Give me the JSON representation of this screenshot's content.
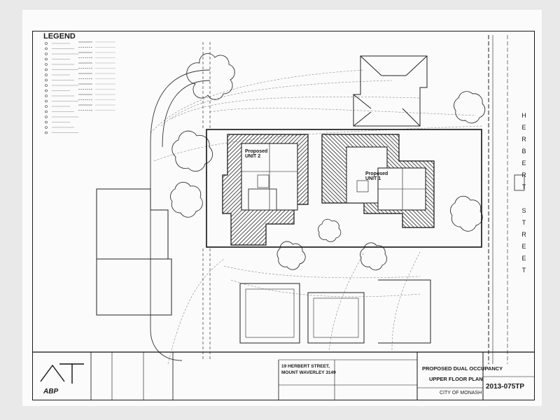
{
  "legend": {
    "title": "LEGEND"
  },
  "street": {
    "letters": [
      "H",
      "E",
      "R",
      "B",
      "E",
      "R",
      "T",
      "",
      "S",
      "T",
      "R",
      "E",
      "E",
      "T"
    ]
  },
  "units": {
    "unit2": {
      "line1": "Proposed",
      "line2": "UNIT 2"
    },
    "unit1": {
      "line1": "Proposed",
      "line2": "UNIT 1"
    }
  },
  "title_block": {
    "address_line1": "19 HERBERT STREET,",
    "address_line2": "MOUNT WAVERLEY 3149",
    "project_line1": "PROPOSED DUAL OCCUPANCY",
    "project_line2": "UPPER FLOOR PLAN",
    "council": "CITY OF MONASH",
    "drawing_no": "2013-075TP",
    "logo_text": "ABP"
  },
  "colors": {
    "ink": "#1a1a1a",
    "paper": "#fbfbfb",
    "hatch": "#2a2a2a",
    "faint": "#9a9a9a"
  }
}
